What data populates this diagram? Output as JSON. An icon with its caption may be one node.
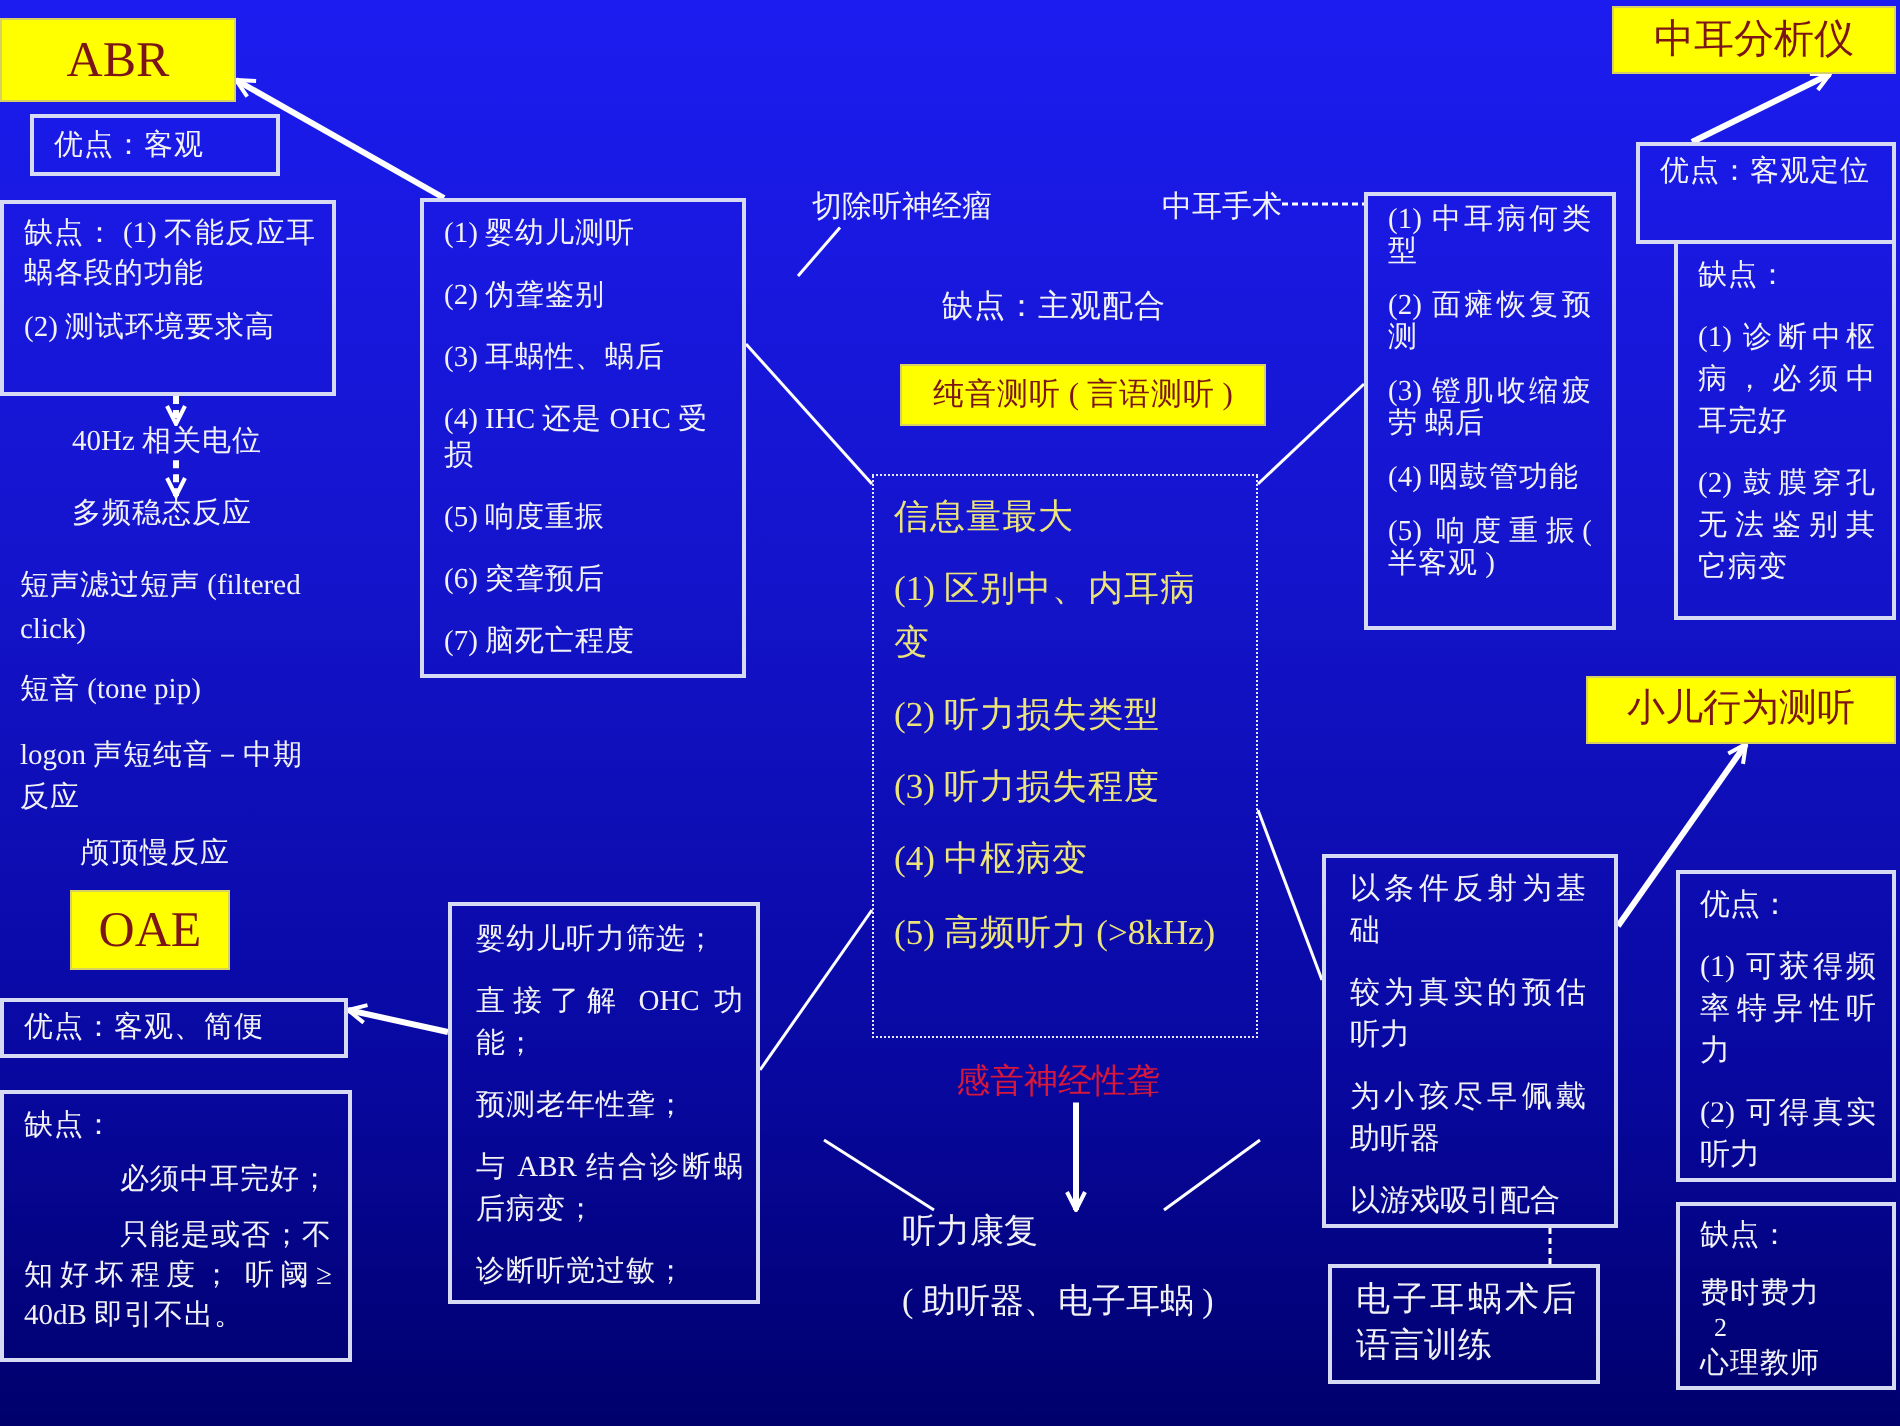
{
  "diagram": {
    "nodes": [
      {
        "text": [
          "ABR"
        ]
      },
      {
        "text": [
          "中耳分析仪"
        ]
      },
      {
        "text": [
          "优点：客观"
        ]
      },
      {
        "text": [
          "优点：客观定位"
        ]
      },
      {
        "text": [
          "缺点： (1) 不能反应耳蜗各段的功能",
          "(2) 测试环境要求高"
        ]
      },
      {
        "text": [
          "(1) 婴幼儿测听",
          "(2) 伪聋鉴别",
          "(3) 耳蜗性、蜗后",
          "(4) IHC 还是 OHC 受损",
          "(5) 响度重振",
          "(6) 突聋预后",
          "(7) 脑死亡程度"
        ]
      },
      {
        "text": [
          "切除听神经瘤"
        ]
      },
      {
        "text": [
          "中耳手术"
        ]
      },
      {
        "text": [
          "(1) 中耳病何类型",
          "(2) 面瘫恢复预测",
          "(3) 镫肌收缩疲劳 蜗后",
          "(4) 咽鼓管功能",
          "(5) 响度重振( 半客观 )"
        ]
      },
      {
        "text": [
          "缺点：",
          "(1) 诊断中枢病，必须中耳完好",
          "(2) 鼓膜穿孔无法鉴别其它病变"
        ]
      },
      {
        "text": [
          "40Hz 相关电位"
        ]
      },
      {
        "text": [
          "纯音测听 ( 言语测听 )"
        ],
        "beside": [
          "缺点：主观配合"
        ]
      },
      {
        "text": [
          "多频稳态反应"
        ]
      },
      {
        "text": [
          "信息量最大",
          "(1) 区别中、内耳病变",
          "(2) 听力损失类型",
          "(3) 听力损失程度",
          "(4) 中枢病变",
          "(5) 高频听力 (>8kHz)"
        ]
      },
      {
        "text": [
          "小儿行为测听"
        ]
      },
      {
        "text": [
          "以条件反射为基础",
          "较为真实的预估听力",
          "为小孩尽早佩戴助听器",
          "以游戏吸引配合"
        ]
      },
      {
        "text": [
          "优点：",
          "(1) 可获得频率特异性听力",
          "(2) 可得真实听力"
        ]
      },
      {
        "text": [
          "OAE"
        ]
      },
      {
        "text": [
          "婴幼儿听力筛选；",
          "直接了解 OHC 功能；",
          "预测老年性聋；",
          "与 ABR 结合诊断蜗后病变；",
          "诊断听觉过敏；"
        ]
      },
      {
        "text": [
          "优点：客观、简便"
        ]
      },
      {
        "text": [
          "感音神经性聋"
        ]
      },
      {
        "text": [
          "缺点：",
          "必须中耳完好；",
          "只能是或否；不知好坏程度； 听阈≥ 40dB 即引不出。"
        ]
      },
      {
        "text": [
          "缺点：",
          "费时费力",
          "心理教师"
        ]
      },
      {
        "text": [
          "听力康复",
          "( 助听器、电子耳蜗 )"
        ]
      },
      {
        "text": [
          "电子耳蜗术后语言训练"
        ]
      }
    ],
    "edges": [
      {
        "from": 5,
        "to": 0,
        "arrow": "to",
        "style": "thick"
      },
      {
        "from": 3,
        "to": 1,
        "arrow": "to",
        "style": "thick"
      },
      {
        "from": 4,
        "to": 10,
        "arrow": "to",
        "style": "dashed"
      },
      {
        "from": 10,
        "to": 12,
        "arrow": "to",
        "style": "dashed"
      },
      {
        "from": 6,
        "to": null,
        "arrow": "none"
      },
      {
        "from": 7,
        "to": 8,
        "arrow": "none",
        "style": "dashed"
      },
      {
        "from": 13,
        "to": 5,
        "arrow": "none"
      },
      {
        "from": 13,
        "to": 8,
        "arrow": "none"
      },
      {
        "from": 13,
        "to": 18,
        "arrow": "none"
      },
      {
        "from": 13,
        "to": 15,
        "arrow": "none"
      },
      {
        "from": 15,
        "to": 14,
        "arrow": "to",
        "style": "thick"
      },
      {
        "from": 18,
        "to": 19,
        "arrow": "to",
        "style": "thick"
      },
      {
        "from": 20,
        "to": 23,
        "arrow": "to",
        "style": "thick"
      },
      {
        "from": null,
        "to": 23,
        "arrow": "none"
      },
      {
        "from": null,
        "to": 23,
        "arrow": "none"
      },
      {
        "from": 15,
        "to": 24,
        "arrow": "none",
        "style": "dashed"
      }
    ],
    "labels": [
      "短声滤过短声 (filtered click)",
      "短音 (tone pip)",
      "logon 声短纯音－中期反应",
      "颅顶慢反应",
      "2"
    ]
  }
}
